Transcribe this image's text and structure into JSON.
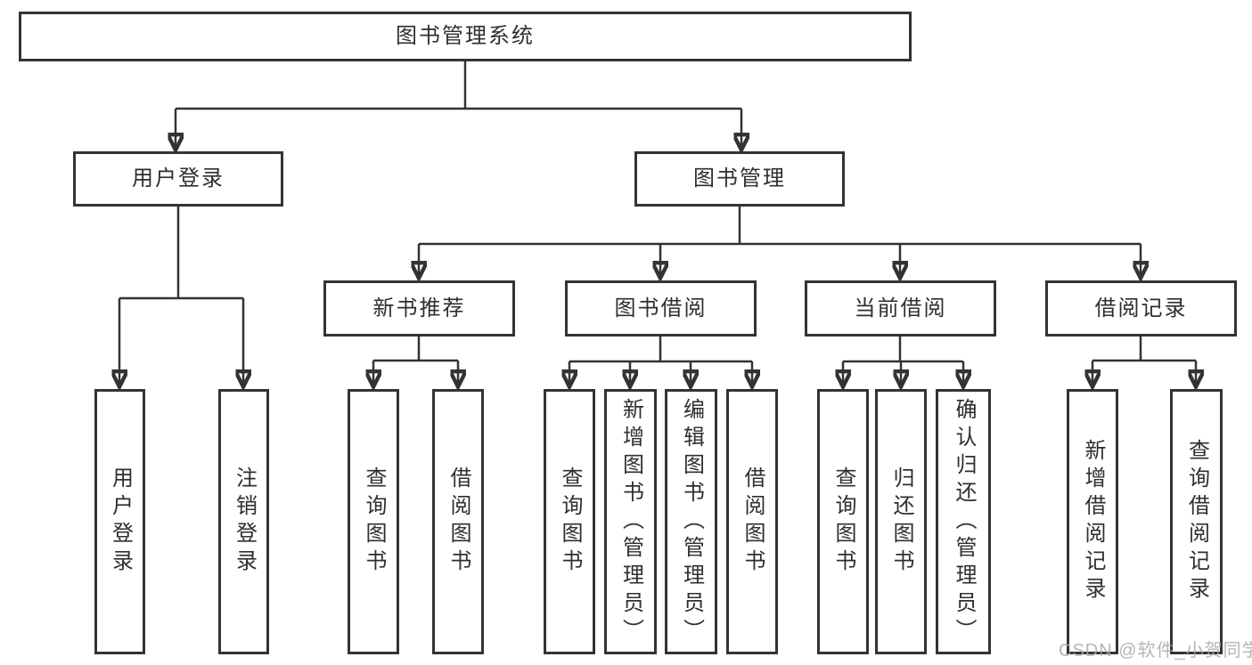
{
  "diagram_type": "hierarchy-tree",
  "nodes": {
    "root": "图书管理系统",
    "level2": [
      "用户登录",
      "图书管理"
    ],
    "level3": [
      "新书推荐",
      "图书借阅",
      "当前借阅",
      "借阅记录"
    ],
    "leaves": [
      "用户登录",
      "注销登录",
      "查询图书",
      "借阅图书",
      "查询图书",
      "新增图书（管理员）",
      "编辑图书（管理员）",
      "借阅图书",
      "查询图书",
      "归还图书",
      "确认归还（管理员）",
      "新增借阅记录",
      "查询借阅记录"
    ]
  },
  "hierarchy": {
    "图书管理系统": [
      "用户登录",
      "图书管理"
    ],
    "用户登录": [
      "用户登录",
      "注销登录"
    ],
    "图书管理": [
      "新书推荐",
      "图书借阅",
      "当前借阅",
      "借阅记录"
    ],
    "新书推荐": [
      "查询图书",
      "借阅图书"
    ],
    "图书借阅": [
      "查询图书",
      "新增图书（管理员）",
      "编辑图书（管理员）",
      "借阅图书"
    ],
    "当前借阅": [
      "查询图书",
      "归还图书",
      "确认归还（管理员）"
    ],
    "借阅记录": [
      "新增借阅记录",
      "查询借阅记录"
    ]
  },
  "watermark": {
    "text": "CSDN @软件_小贺同学"
  },
  "colors": {
    "line": "#333333",
    "text": "#2f2f2f",
    "box_border": "#333333",
    "background": "#ffffff",
    "watermark": "#a9a9a9"
  }
}
